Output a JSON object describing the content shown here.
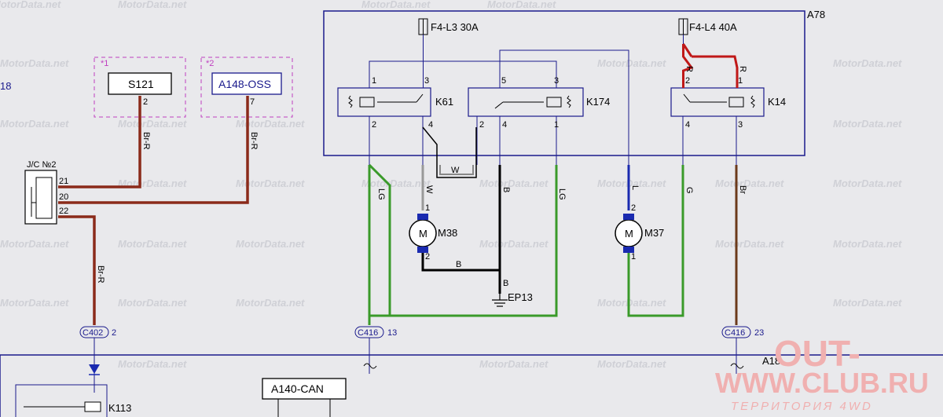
{
  "watermarks": [
    "MotorData.net"
  ],
  "logo": {
    "line1": "OUT-",
    "line2": "WWW.CLUB.RU",
    "line3": "ТЕРРИТОРИЯ 4WD"
  },
  "modules": {
    "a78": "A78",
    "a18": "A18",
    "left": "18"
  },
  "fuses": {
    "f1": "F4-L3 30A",
    "f2": "F4-L4 40A"
  },
  "relays": {
    "k61": "K61",
    "k174": "K174",
    "k14": "K14",
    "k113": "K113"
  },
  "components": {
    "s121": "S121",
    "a148": "A148-OSS",
    "a140": "A140-CAN",
    "m38": "M38",
    "m37": "M37",
    "ep13": "EP13",
    "jc": "J/C №2",
    "motor_symbol": "M"
  },
  "option_marks": {
    "o1": "*1",
    "o2": "*2"
  },
  "connectors": {
    "c402": "C402",
    "c402_pin": "2",
    "c416a": "C416",
    "c416a_pin": "13",
    "c416b": "C416",
    "c416b_pin": "23"
  },
  "wire_colors": {
    "brr": "Br-R",
    "r": "R",
    "lg": "LG",
    "w": "W",
    "b": "B",
    "l": "L",
    "g": "G",
    "br": "Br"
  },
  "pins": {
    "s121": "2",
    "a148": "7",
    "jc_21": "21",
    "jc_20": "20",
    "jc_22": "22",
    "k61_1": "1",
    "k61_3": "3",
    "k61_2": "2",
    "k61_4": "4",
    "k174_5": "5",
    "k174_3": "3",
    "k174_2": "2",
    "k174_4": "4",
    "k174_1": "1",
    "k14_2": "2",
    "k14_1": "1",
    "k14_4": "4",
    "k14_3": "3",
    "m38_1": "1",
    "m38_2": "2",
    "m37_2": "2",
    "m37_1": "1"
  },
  "colors": {
    "module": "#1a1a8c",
    "brown_red": "#8b2a1a",
    "red": "#c01818",
    "light_green": "#3a9a2a",
    "black": "#000000",
    "blue": "#1a2ab0",
    "brown": "#6b3a1a",
    "option_box": "#c040c0"
  }
}
